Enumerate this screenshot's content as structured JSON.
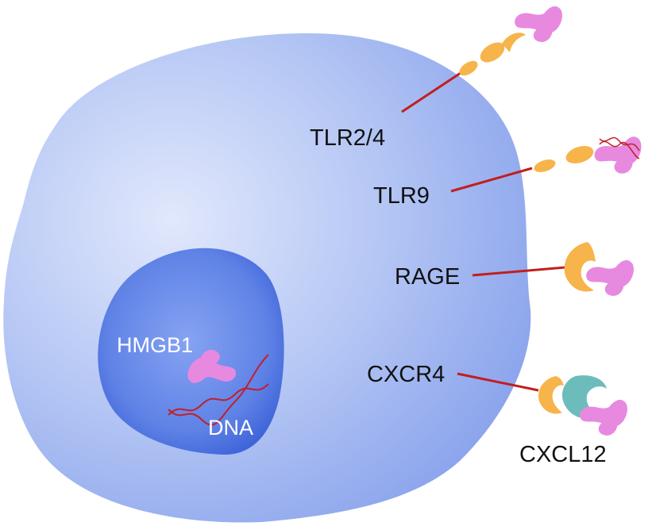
{
  "labels": {
    "tlr24": "TLR2/4",
    "tlr9": "TLR9",
    "rage": "RAGE",
    "cxcr4": "CXCR4",
    "cxcl12": "CXCL12",
    "hmgb1": "HMGB1",
    "dna": "DNA"
  },
  "colors": {
    "cell_light": "#dfe6fb",
    "cell_dark": "#8da6ec",
    "nucleus_light": "#7f9ff2",
    "nucleus_dark": "#3f66d9",
    "receptor_orange": "#f7b44a",
    "hmgb1_pink": "#e889e0",
    "line_red": "#c01f1f",
    "cxcl12_teal": "#6dbcbc"
  }
}
